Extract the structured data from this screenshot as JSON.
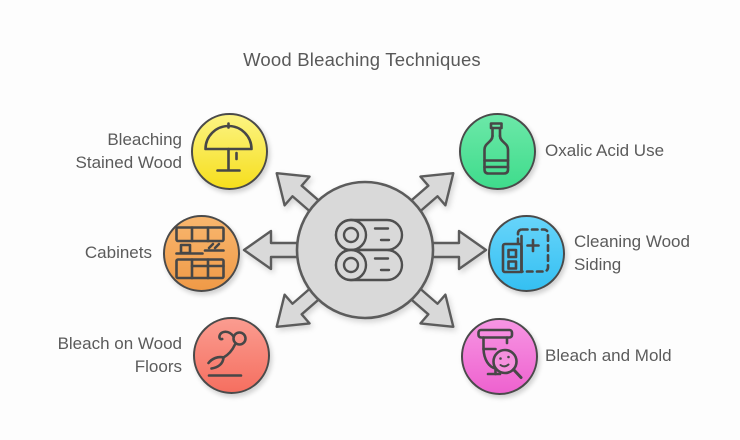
{
  "title": "Wood Bleaching Techniques",
  "diagram_type": "hub-and-spoke",
  "center": {
    "icon": "wood-logs-icon",
    "fill_color": "#d9d9d9",
    "stroke_color": "#4f4f4f",
    "arrow_count": 6
  },
  "text_color": "#5b5b5b",
  "nodes": [
    {
      "label": "Bleaching Stained Wood",
      "icon": "lamp-icon",
      "position": "top-left",
      "color_top": "#fcf483",
      "color_bottom": "#f6de1d"
    },
    {
      "label": "Cabinets",
      "icon": "kitchen-cabinets-icon",
      "position": "middle-left",
      "color_top": "#f8b66e",
      "color_bottom": "#f09a47"
    },
    {
      "label": "Bleach on Wood Floors",
      "icon": "slipping-person-icon",
      "position": "bottom-left",
      "color_top": "#fb9c90",
      "color_bottom": "#f56f60"
    },
    {
      "label": "Oxalic Acid Use",
      "icon": "bottle-icon",
      "position": "top-right",
      "color_top": "#6ce8a8",
      "color_bottom": "#3fdc8c"
    },
    {
      "label": "Cleaning Wood Siding",
      "icon": "add-module-icon",
      "position": "middle-right",
      "color_top": "#67d4fa",
      "color_bottom": "#35c0f2"
    },
    {
      "label": "Bleach and Mold",
      "icon": "toilet-mold-magnifier-icon",
      "position": "bottom-right",
      "color_top": "#f795e3",
      "color_bottom": "#ee62cf"
    }
  ]
}
